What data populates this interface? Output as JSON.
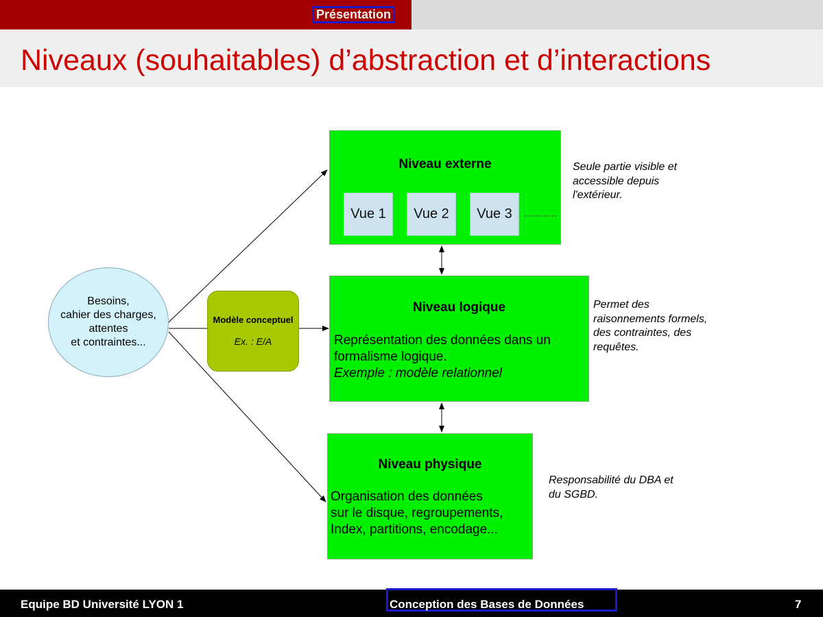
{
  "header": {
    "section": "Présentation",
    "title": "Niveaux (souhaitables) d’abstraction et d’interactions"
  },
  "diagram": {
    "source": {
      "lines": [
        "Besoins,",
        "cahier des charges,",
        "attentes",
        "et contraintes..."
      ]
    },
    "conceptual": {
      "title": "Modèle conceptuel",
      "example": "Ex. : E/A"
    },
    "external": {
      "title": "Niveau externe",
      "views": [
        "Vue 1",
        "Vue 2",
        "Vue 3"
      ],
      "note": [
        "Seule partie visible et",
        "accessible depuis",
        "l'extérieur."
      ]
    },
    "logical": {
      "title": "Niveau logique",
      "body": [
        "Représentation des données dans un",
        "formalisme logique."
      ],
      "example": "Exemple : modèle relationnel",
      "note": [
        "Permet des",
        "raisonnements formels,",
        "des contraintes, des",
        "requêtes."
      ]
    },
    "physical": {
      "title": "Niveau physique",
      "body": [
        "Organisation des données",
        "sur le disque, regroupements,",
        "Index, partitions, encodage..."
      ],
      "note": [
        "Responsabilité du DBA et",
        "du SGBD."
      ]
    },
    "colors": {
      "level": "#00f000",
      "concept": "#a8c800",
      "source": "#d4f2fa",
      "view": "#cde3f0"
    }
  },
  "footer": {
    "left": "Equipe BD Université LYON 1",
    "center": "Conception des Bases de Données",
    "page": "7"
  }
}
